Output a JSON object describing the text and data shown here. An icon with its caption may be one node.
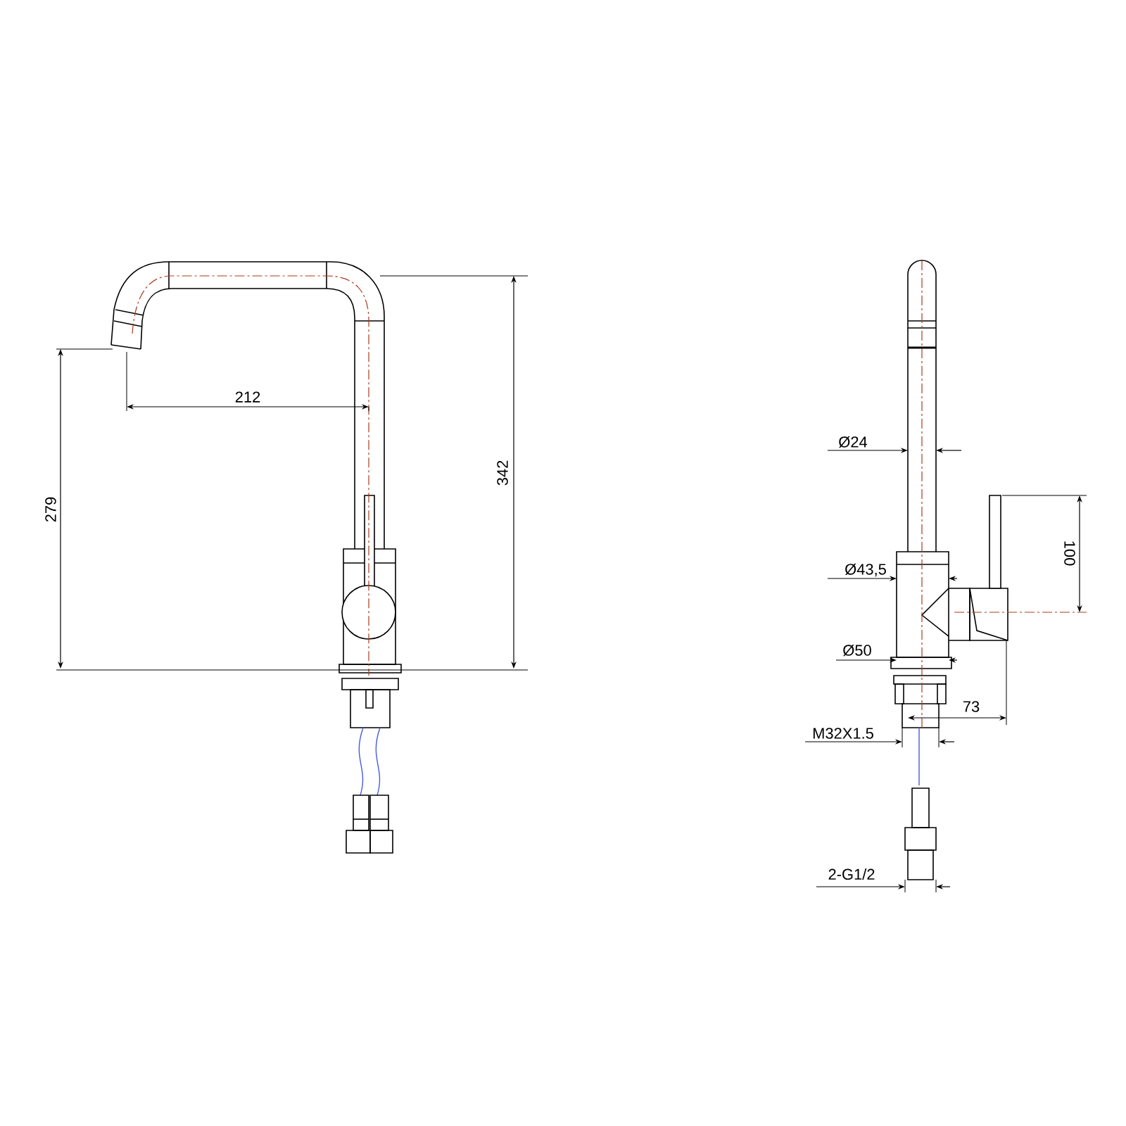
{
  "diagram": {
    "labels": [
      "212",
      "342",
      "279",
      "Ø24",
      "Ø43,5",
      "Ø50",
      "100",
      "73",
      "M32X1.5",
      "2-G1/2"
    ]
  }
}
